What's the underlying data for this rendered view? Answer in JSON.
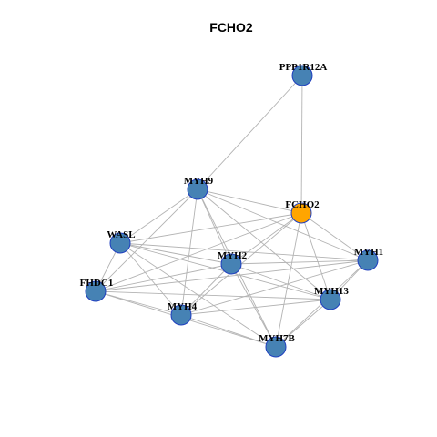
{
  "title": "FCHO2",
  "colors": {
    "node_fill": "#4682b4",
    "node_border": "#1f3fbf",
    "focus_fill": "#ffa500",
    "edge": "#b3b3b3"
  },
  "nodes": [
    {
      "id": "PPP1R12A",
      "label": "PPP1R12A",
      "focus": false
    },
    {
      "id": "MYH9",
      "label": "MYH9",
      "focus": false
    },
    {
      "id": "FCHO2",
      "label": "FCHO2",
      "focus": true
    },
    {
      "id": "WASL",
      "label": "WASL",
      "focus": false
    },
    {
      "id": "MYH2",
      "label": "MYH2",
      "focus": false
    },
    {
      "id": "MYH1",
      "label": "MYH1",
      "focus": false
    },
    {
      "id": "FHDC1",
      "label": "FHDC1",
      "focus": false
    },
    {
      "id": "MYH13",
      "label": "MYH13",
      "focus": false
    },
    {
      "id": "MYH4",
      "label": "MYH4",
      "focus": false
    },
    {
      "id": "MYH7B",
      "label": "MYH7B",
      "focus": false
    }
  ],
  "edges": [
    [
      "PPP1R12A",
      "MYH9"
    ],
    [
      "PPP1R12A",
      "FCHO2"
    ],
    [
      "MYH9",
      "FCHO2"
    ],
    [
      "MYH9",
      "WASL"
    ],
    [
      "MYH9",
      "MYH2"
    ],
    [
      "MYH9",
      "MYH1"
    ],
    [
      "MYH9",
      "FHDC1"
    ],
    [
      "MYH9",
      "MYH13"
    ],
    [
      "MYH9",
      "MYH4"
    ],
    [
      "MYH9",
      "MYH7B"
    ],
    [
      "FCHO2",
      "WASL"
    ],
    [
      "FCHO2",
      "MYH2"
    ],
    [
      "FCHO2",
      "MYH1"
    ],
    [
      "FCHO2",
      "FHDC1"
    ],
    [
      "FCHO2",
      "MYH13"
    ],
    [
      "FCHO2",
      "MYH4"
    ],
    [
      "FCHO2",
      "MYH7B"
    ],
    [
      "WASL",
      "MYH2"
    ],
    [
      "WASL",
      "MYH1"
    ],
    [
      "WASL",
      "MYH13"
    ],
    [
      "WASL",
      "MYH4"
    ],
    [
      "WASL",
      "MYH7B"
    ],
    [
      "WASL",
      "FHDC1"
    ],
    [
      "MYH2",
      "MYH1"
    ],
    [
      "MYH2",
      "FHDC1"
    ],
    [
      "MYH2",
      "MYH13"
    ],
    [
      "MYH2",
      "MYH4"
    ],
    [
      "MYH2",
      "MYH7B"
    ],
    [
      "MYH1",
      "FHDC1"
    ],
    [
      "MYH1",
      "MYH13"
    ],
    [
      "MYH1",
      "MYH4"
    ],
    [
      "MYH1",
      "MYH7B"
    ],
    [
      "FHDC1",
      "MYH13"
    ],
    [
      "FHDC1",
      "MYH4"
    ],
    [
      "FHDC1",
      "MYH7B"
    ],
    [
      "MYH13",
      "MYH4"
    ],
    [
      "MYH13",
      "MYH7B"
    ],
    [
      "MYH4",
      "MYH7B"
    ]
  ]
}
